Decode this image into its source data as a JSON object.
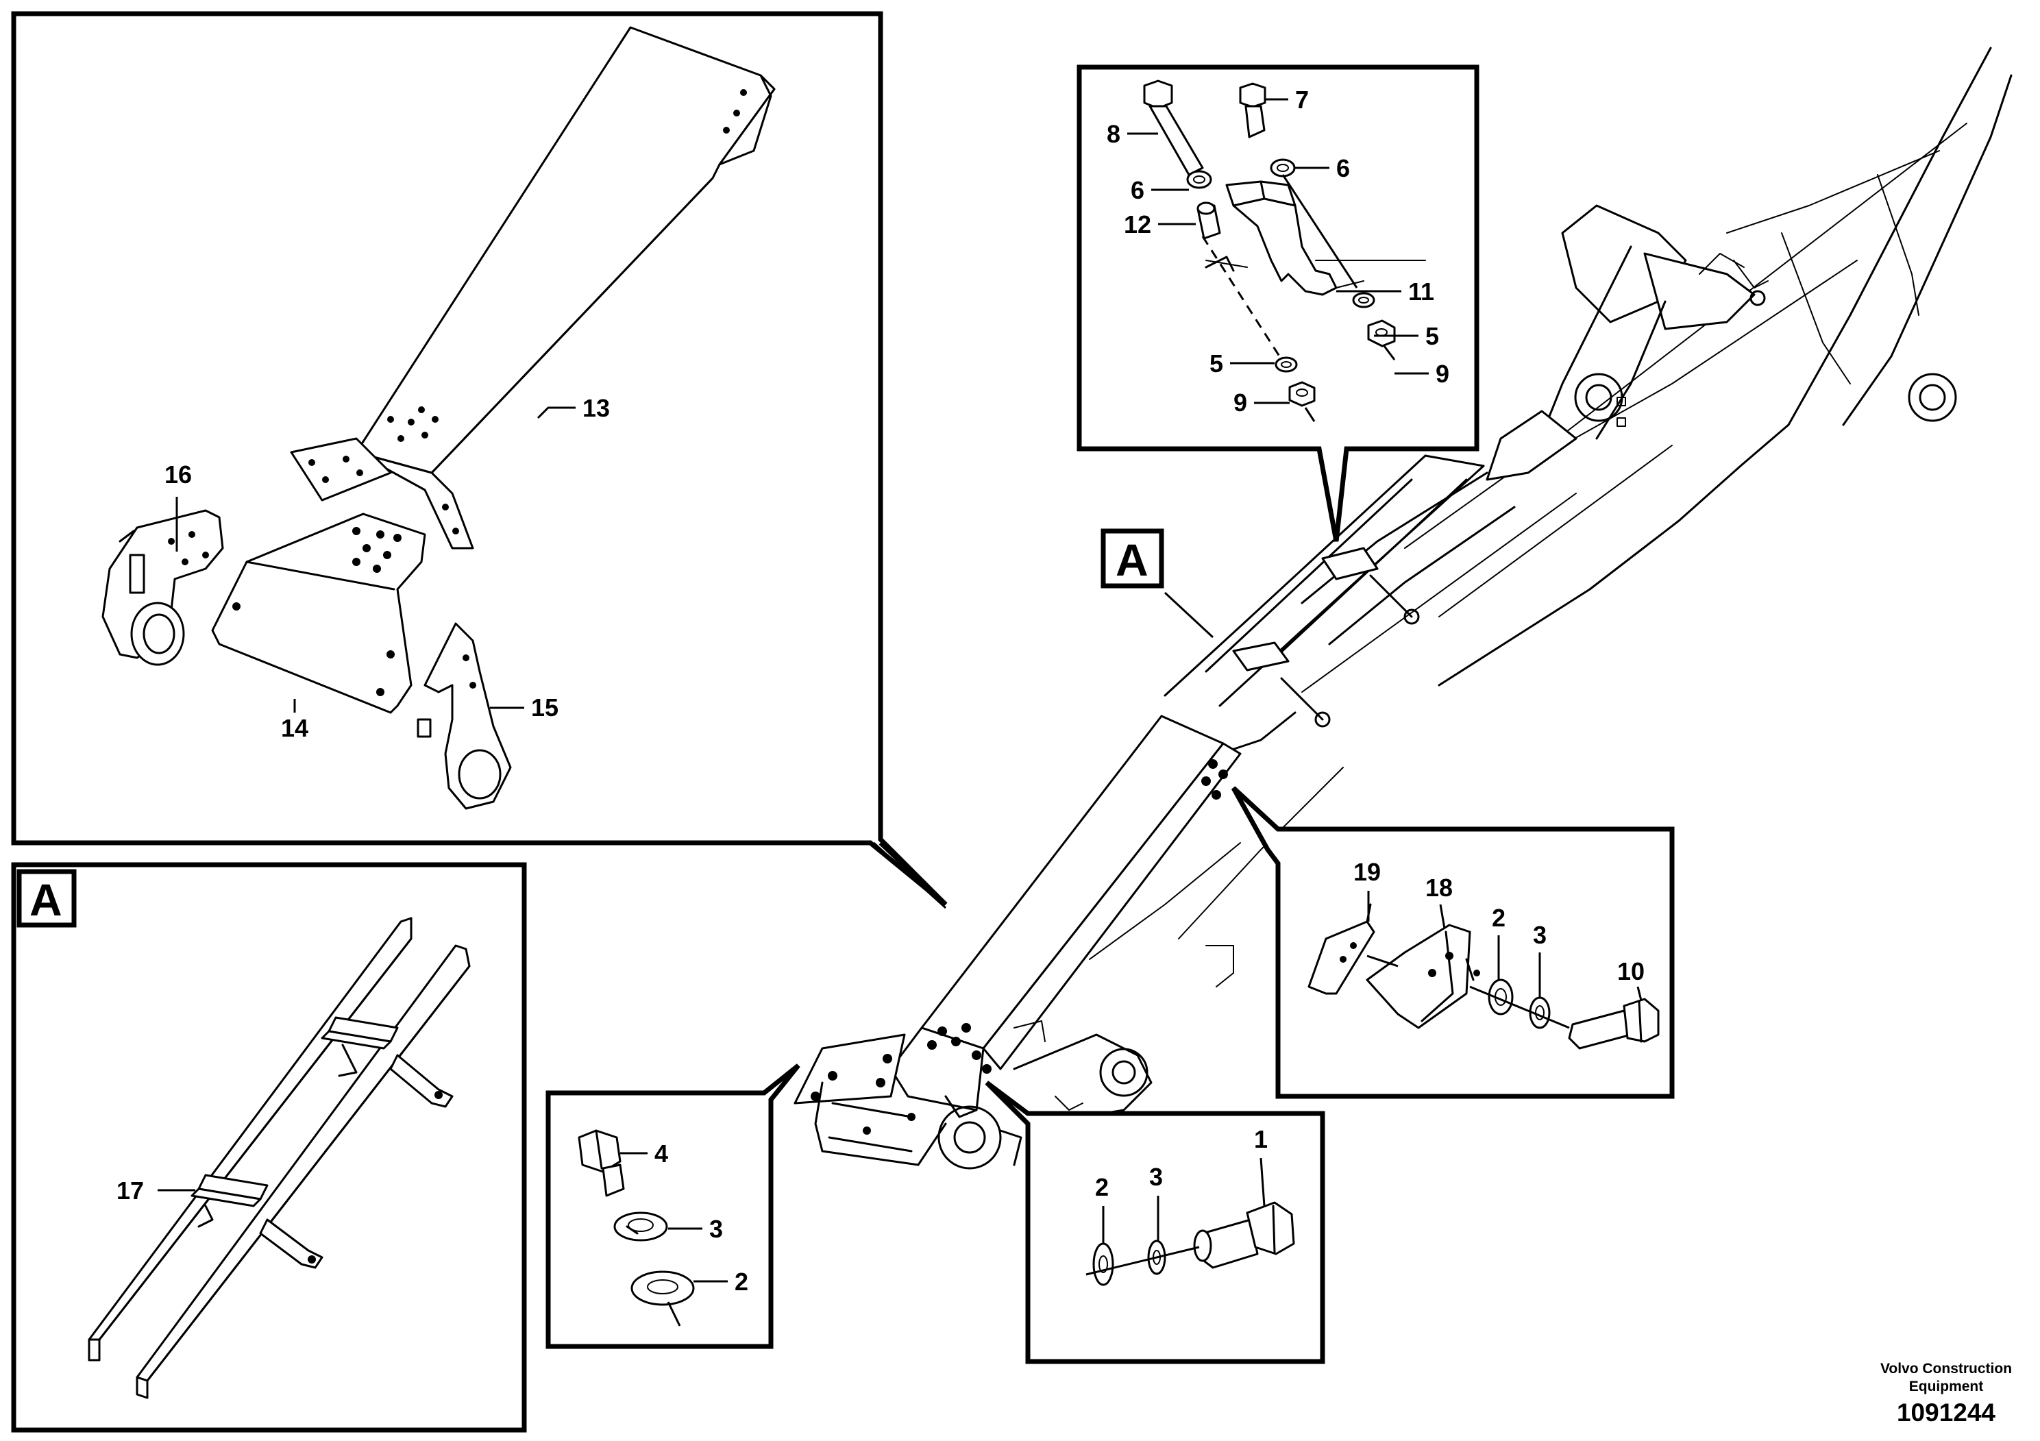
{
  "callouts": {
    "n1": "1",
    "n2a": "2",
    "n2b": "2",
    "n2c": "2",
    "n3a": "3",
    "n3b": "3",
    "n3c": "3",
    "n4": "4",
    "n5a": "5",
    "n5b": "5",
    "n6a": "6",
    "n6b": "6",
    "n7": "7",
    "n8": "8",
    "n9a": "9",
    "n9b": "9",
    "n10": "10",
    "n11": "11",
    "n12": "12",
    "n13": "13",
    "n14": "14",
    "n15": "15",
    "n16": "16",
    "n17": "17",
    "n18": "18",
    "n19": "19"
  },
  "detail_tags": {
    "main": "A",
    "detail": "A"
  },
  "footer": {
    "company_line1": "Volvo Construction",
    "company_line2": "Equipment",
    "figure_number": "1091244"
  }
}
